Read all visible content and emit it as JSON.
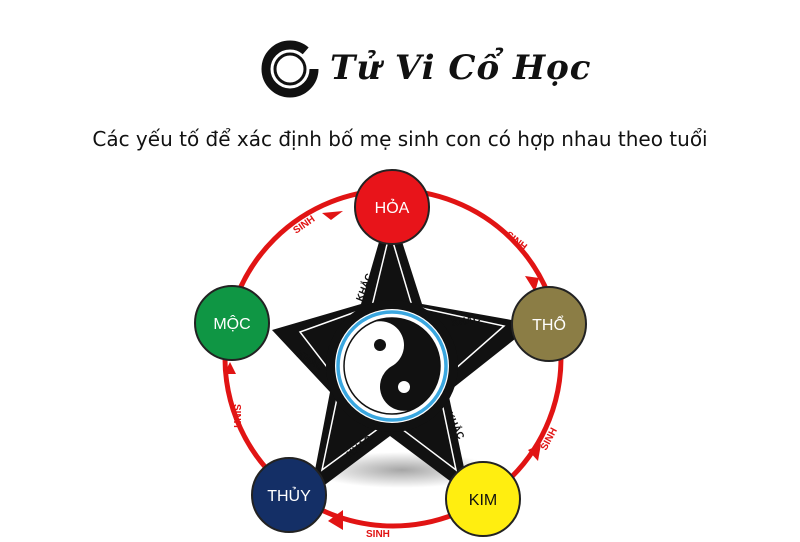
{
  "logo": {
    "text": "Tử Vi Cổ Học",
    "icon": "ink-enso-icon"
  },
  "headline": "Các yếu tố để xác định bố mẹ sinh con có hợp nhau theo tuổi",
  "elements": {
    "hoa": {
      "label": "HỎA",
      "color": "#e8141a"
    },
    "tho": {
      "label": "THỔ",
      "color": "#8b7d45"
    },
    "kim": {
      "label": "KIM",
      "color": "#ffee10"
    },
    "thuy": {
      "label": "THỦY",
      "color": "#142f66"
    },
    "moc": {
      "label": "MỘC",
      "color": "#0f9644"
    }
  },
  "relations": {
    "sinh_label": "SINH",
    "khac_label": "KHẮC"
  },
  "colors": {
    "arrow": "#e11414",
    "star": "#111111",
    "ring_accent": "#3aa7e0"
  }
}
